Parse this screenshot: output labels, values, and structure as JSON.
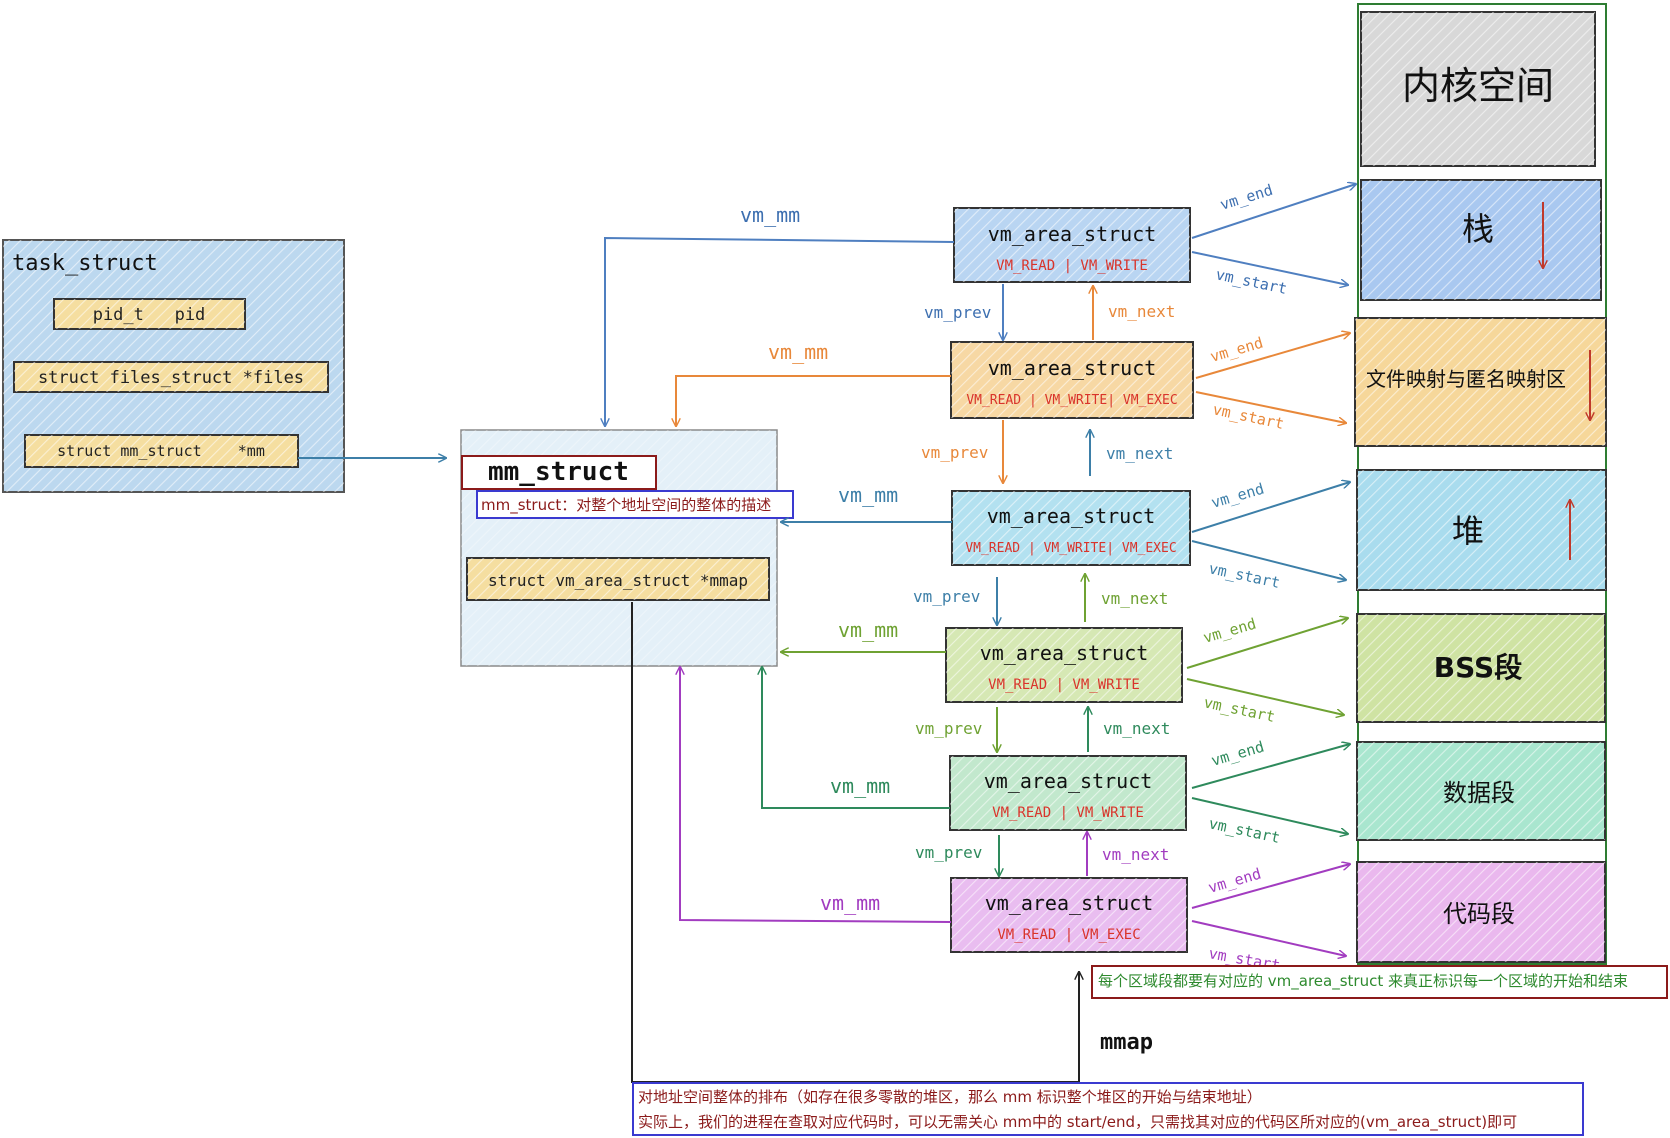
{
  "task_struct": {
    "title": "task_struct",
    "fields": [
      "pid_t   pid",
      "struct files_struct *files",
      "struct mm_struct    *mm"
    ]
  },
  "mm_struct": {
    "title": "mm_struct",
    "note": "mm_struct：对整个地址空间的整体的描述",
    "field": "struct vm_area_struct *mmap"
  },
  "vma": {
    "name": "vm_area_struct",
    "items": [
      {
        "flags": "VM_READ | VM_WRITE",
        "color": "#4f7fc0"
      },
      {
        "flags": "VM_READ | VM_WRITE| VM_EXEC",
        "color": "#e8883a"
      },
      {
        "flags": "VM_READ | VM_WRITE| VM_EXEC",
        "color": "#3d7fa8"
      },
      {
        "flags": "VM_READ | VM_WRITE",
        "color": "#6fa233"
      },
      {
        "flags": "VM_READ | VM_WRITE",
        "color": "#2e8a5c"
      },
      {
        "flags": "VM_READ | VM_EXEC",
        "color": "#a23cc0"
      }
    ]
  },
  "labels": {
    "vm_mm": "vm_mm",
    "vm_prev": "vm_prev",
    "vm_next": "vm_next",
    "vm_end": "vm_end",
    "vm_start": "vm_start",
    "mmap": "mmap"
  },
  "segments": [
    {
      "label": "内核空间",
      "color": "#d8d8d8"
    },
    {
      "label": "栈",
      "color": "#a9c8f0"
    },
    {
      "label": "文件映射与匿名映射区",
      "color": "#f6d79a"
    },
    {
      "label": "堆",
      "color": "#a9dcee"
    },
    {
      "label": "BSS段",
      "color": "#cfe3a3"
    },
    {
      "label": "数据段",
      "color": "#a9e6cf"
    },
    {
      "label": "代码段",
      "color": "#eab8ee"
    }
  ],
  "notes": {
    "vma_note": "每个区域段都要有对应的 vm_area_struct 来真正标识每一个区域的开始和结束",
    "layout_note_1": "对地址空间整体的排布（如存在很多零散的堆区，那么 mm 标识整个堆区的开始与结束地址）",
    "layout_note_2": "实际上，我们的进程在查取对应代码时，可以无需关心 mm中的 start/end，只需找其对应的代码区所对应的(vm_area_struct)即可"
  },
  "colors": {
    "field_fill": "#f5dea0",
    "mm_fill": "#e4f0f8",
    "dark_red": "#8b1a1a",
    "flag_red": "#d9342b",
    "note_green": "#2e8a2e",
    "note_blue": "#3a3ad0",
    "segment_border": "#2e7d32"
  }
}
